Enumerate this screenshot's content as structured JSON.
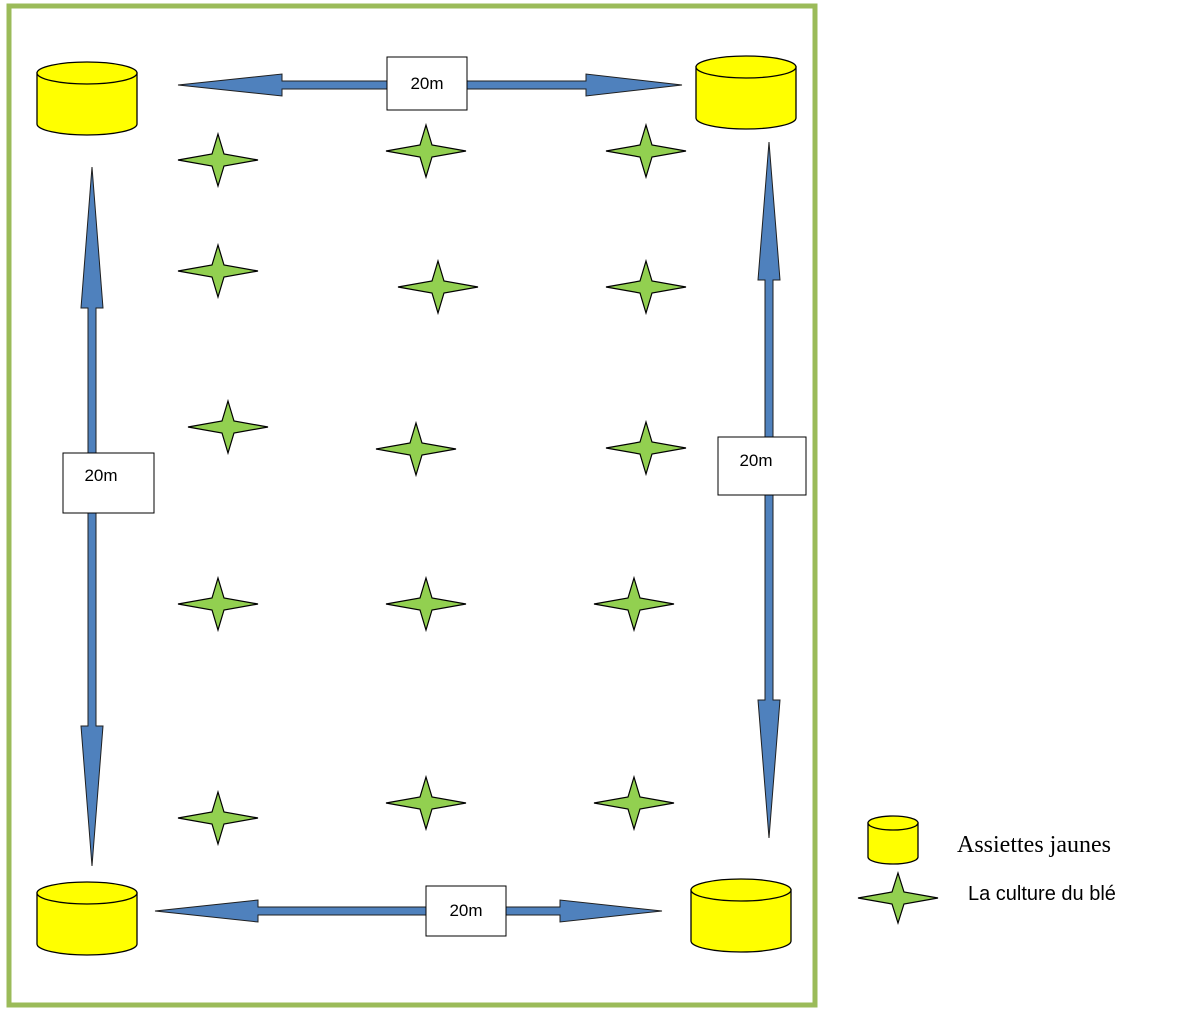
{
  "colors": {
    "frame": "#9bbb59",
    "arrow_fill": "#4f81bd",
    "arrow_stroke": "#1f1f1f",
    "plate_fill": "#ffff00",
    "plant_fill": "#92d050"
  },
  "dimensions": {
    "top": "20m",
    "left": "20m",
    "right": "20m",
    "bottom": "20m"
  },
  "legend": {
    "plate_label": "Assiettes jaunes",
    "plant_label": "La culture du blé",
    "plate_icon": "yellow-cylinder",
    "plant_icon": "green-four-point-star"
  },
  "field": {
    "corner_plates": 4,
    "plant_rows": 5,
    "plant_columns": 3
  }
}
